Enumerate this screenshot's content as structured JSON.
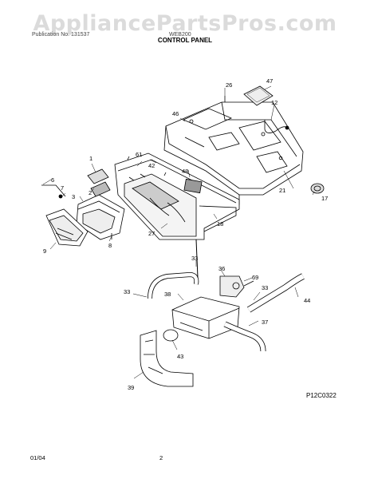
{
  "header": {
    "left": "Publication No. 131537",
    "mid": "WEB200",
    "watermark": "AppliancePartsPros.com",
    "title": "CONTROL PANEL"
  },
  "part_labels": [
    "1",
    "2",
    "3",
    "6",
    "7",
    "8",
    "9",
    "12",
    "17",
    "18",
    "21",
    "26",
    "27",
    "33",
    "33",
    "33",
    "36",
    "37",
    "38",
    "39",
    "42",
    "43",
    "44",
    "46",
    "47",
    "48",
    "61",
    "69"
  ],
  "footer": {
    "code": "P12C0322",
    "date": "01/04",
    "page": "2"
  }
}
